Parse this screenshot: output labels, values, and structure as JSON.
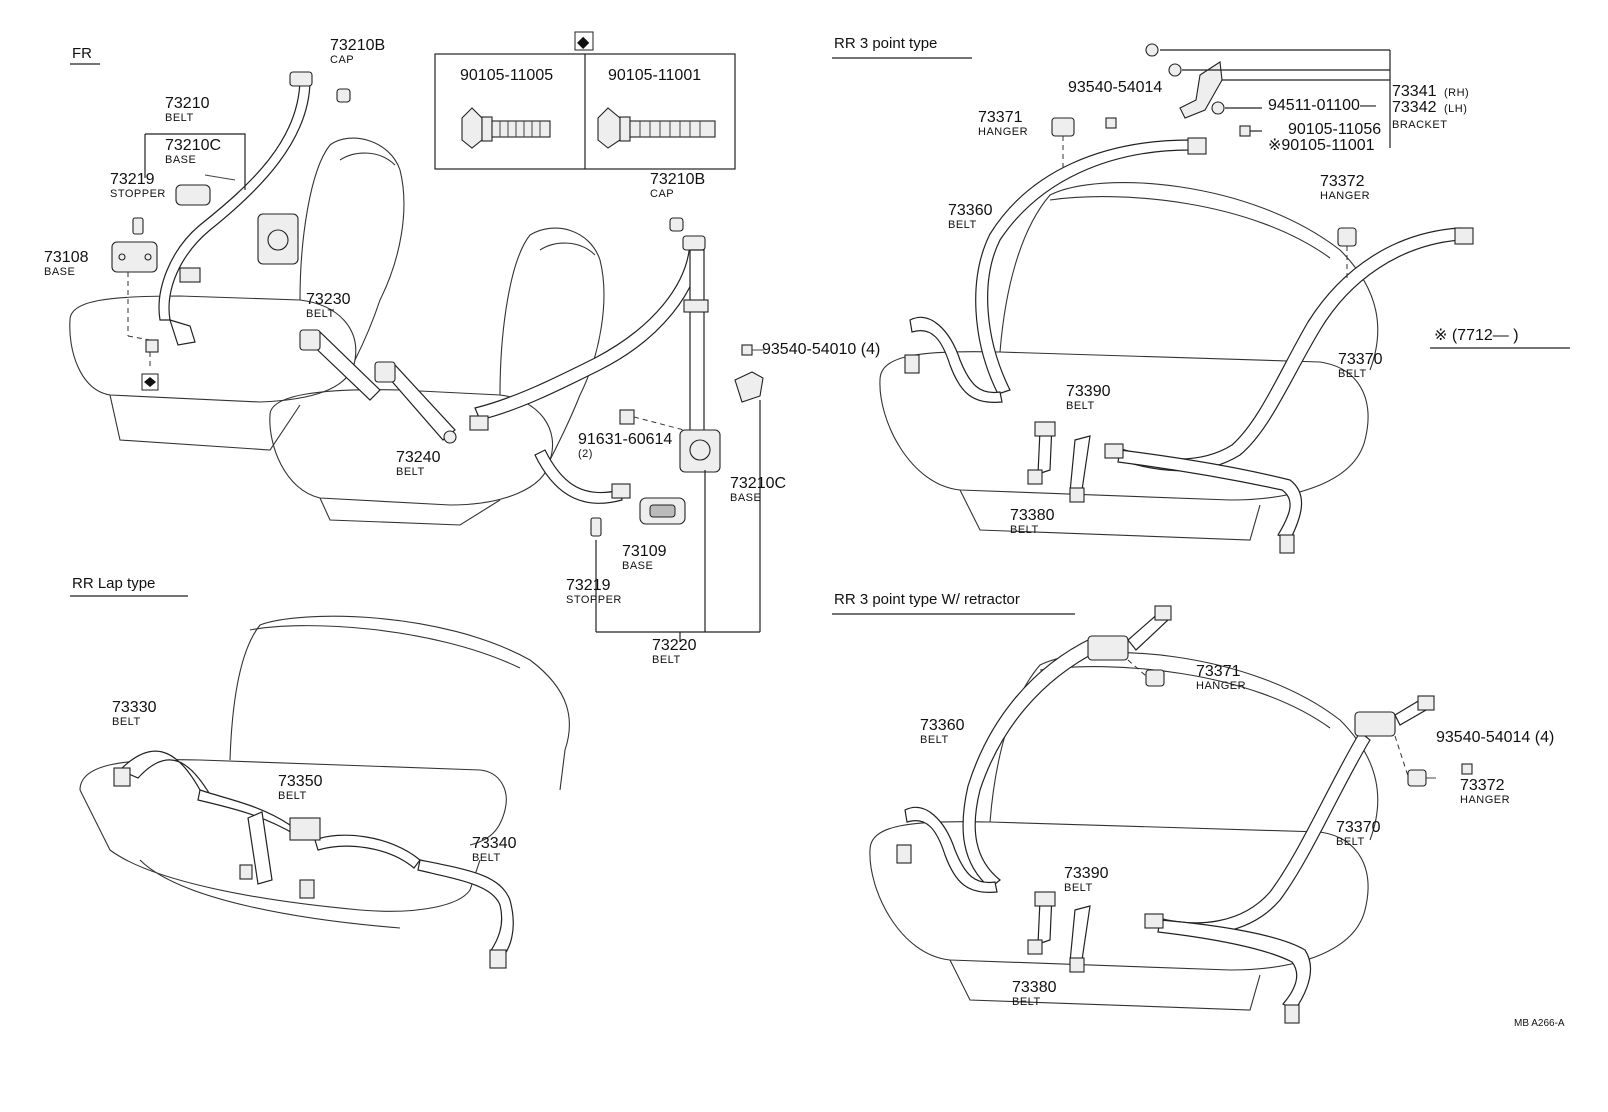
{
  "sections": {
    "fr": "FR",
    "rr_lap": "RR  Lap type",
    "rr_3pt": "RR 3 point type",
    "rr_3pt_ret": "RR 3 point type W/ retractor"
  },
  "bolt_box": {
    "diamond": "◆",
    "left": "90105-11005",
    "right": "90105-11001"
  },
  "labels": {
    "fr_73210B_cap": {
      "num": "73210B",
      "sub": "CAP"
    },
    "fr_73210_belt": {
      "num": "73210",
      "sub": "BELT"
    },
    "fr_73210C_base": {
      "num": "73210C",
      "sub": "BASE"
    },
    "fr_73219_stopper": {
      "num": "73219",
      "sub": "STOPPER"
    },
    "fr_73108_base": {
      "num": "73108",
      "sub": "BASE"
    },
    "fr_73230_belt": {
      "num": "73230",
      "sub": "BELT"
    },
    "fr_73240_belt": {
      "num": "73240",
      "sub": "BELT"
    },
    "fr2_73210B_cap": {
      "num": "73210B",
      "sub": "CAP"
    },
    "fr_93540": {
      "num": "93540-54010 (4)"
    },
    "fr_91631": {
      "num": "91631-60614",
      "sub": "(2)"
    },
    "fr2_73210C_base": {
      "num": "73210C",
      "sub": "BASE"
    },
    "fr_73109_base": {
      "num": "73109",
      "sub": "BASE"
    },
    "fr2_73219_stopper": {
      "num": "73219",
      "sub": "STOPPER"
    },
    "fr_73220_belt": {
      "num": "73220",
      "sub": "BELT"
    },
    "rr_73371_hanger": {
      "num": "73371",
      "sub": "HANGER"
    },
    "rr_93540": {
      "num": "93540-54014"
    },
    "rr_73341": {
      "num": "73341",
      "sub": "(RH)"
    },
    "rr_94511": {
      "num": "94511-01100—"
    },
    "rr_73342": {
      "num": "73342",
      "sub": "(LH)"
    },
    "rr_bracket": {
      "sub": "BRACKET"
    },
    "rr_90105_11056": {
      "num": "90105-11056"
    },
    "rr_90105_11001": {
      "num": "※90105-11001"
    },
    "rr_73360_belt": {
      "num": "73360",
      "sub": "BELT"
    },
    "rr_73372_hanger": {
      "num": "73372",
      "sub": "HANGER"
    },
    "rr_note": {
      "num": "※ (7712—          )"
    },
    "rr_73370_belt": {
      "num": "73370",
      "sub": "BELT"
    },
    "rr_73390_belt": {
      "num": "73390",
      "sub": "BELT"
    },
    "rr_73380_belt": {
      "num": "73380",
      "sub": "BELT"
    },
    "lap_73330_belt": {
      "num": "73330",
      "sub": "BELT"
    },
    "lap_73350_belt": {
      "num": "73350",
      "sub": "BELT"
    },
    "lap_73340_belt": {
      "num": "73340",
      "sub": "BELT"
    },
    "ret_73371_hanger": {
      "num": "73371",
      "sub": "HANGER"
    },
    "ret_73360_belt": {
      "num": "73360",
      "sub": "BELT"
    },
    "ret_93540": {
      "num": "93540-54014 (4)"
    },
    "ret_73372_hanger": {
      "num": "73372",
      "sub": "HANGER"
    },
    "ret_73370_belt": {
      "num": "73370",
      "sub": "BELT"
    },
    "ret_73390_belt": {
      "num": "73390",
      "sub": "BELT"
    },
    "ret_73380_belt": {
      "num": "73380",
      "sub": "BELT"
    }
  },
  "footer": {
    "code": "MB  A266-A"
  }
}
